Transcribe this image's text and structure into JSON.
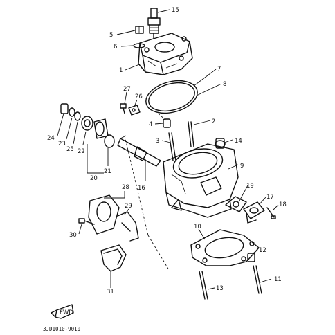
{
  "diagram_code": "3JD1010-9010",
  "fwd_label": "FWD",
  "parts": [
    {
      "id": "1",
      "label": "1"
    },
    {
      "id": "2",
      "label": "2"
    },
    {
      "id": "3",
      "label": "3"
    },
    {
      "id": "4",
      "label": "4"
    },
    {
      "id": "5",
      "label": "5"
    },
    {
      "id": "6",
      "label": "6"
    },
    {
      "id": "7",
      "label": "7"
    },
    {
      "id": "8",
      "label": "8"
    },
    {
      "id": "9",
      "label": "9"
    },
    {
      "id": "10",
      "label": "10"
    },
    {
      "id": "11",
      "label": "11"
    },
    {
      "id": "12",
      "label": "12"
    },
    {
      "id": "13",
      "label": "13"
    },
    {
      "id": "14",
      "label": "14"
    },
    {
      "id": "15",
      "label": "15"
    },
    {
      "id": "16",
      "label": "16"
    },
    {
      "id": "17",
      "label": "17"
    },
    {
      "id": "18",
      "label": "18"
    },
    {
      "id": "19",
      "label": "19"
    },
    {
      "id": "20",
      "label": "20"
    },
    {
      "id": "21",
      "label": "21"
    },
    {
      "id": "22",
      "label": "22"
    },
    {
      "id": "23",
      "label": "23"
    },
    {
      "id": "24",
      "label": "24"
    },
    {
      "id": "25",
      "label": "25"
    },
    {
      "id": "26",
      "label": "26"
    },
    {
      "id": "27",
      "label": "27"
    },
    {
      "id": "28",
      "label": "28"
    },
    {
      "id": "29",
      "label": "29"
    },
    {
      "id": "30",
      "label": "30"
    },
    {
      "id": "31",
      "label": "31"
    }
  ]
}
